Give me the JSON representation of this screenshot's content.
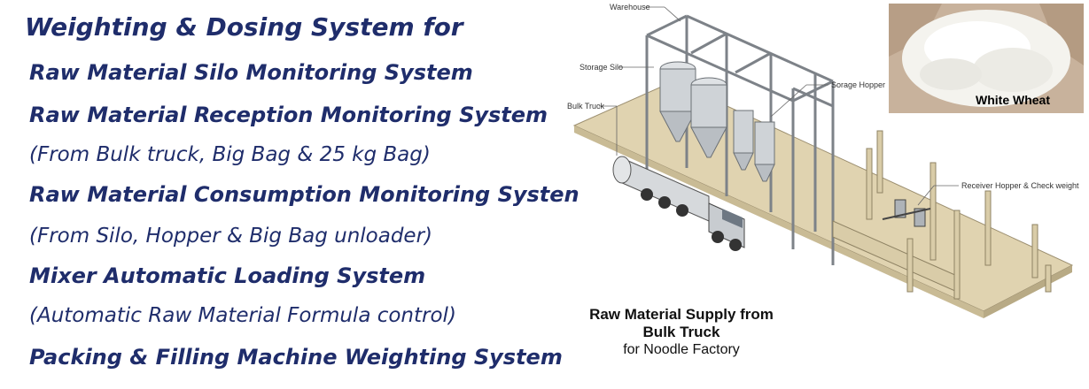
{
  "left_text": {
    "title": "Weighting & Dosing System for",
    "lines": [
      {
        "text": "Raw Material Silo Monitoring System",
        "style": "bold"
      },
      {
        "text": "Raw Material Reception Monitoring System",
        "style": "bold"
      },
      {
        "text": "(From Bulk truck, Big Bag & 25 kg Bag)",
        "style": "sub"
      },
      {
        "text": "Raw Material Consumption Monitoring Systen",
        "style": "bold"
      },
      {
        "text": "(From Silo, Hopper &  Big Bag unloader)",
        "style": "sub"
      },
      {
        "text": "Mixer Automatic Loading System",
        "style": "bold"
      },
      {
        "text": "(Automatic Raw Material Formula control)",
        "style": "sub"
      },
      {
        "text": "Packing & Filling Machine Weighting System",
        "style": "bold"
      }
    ]
  },
  "diagram": {
    "callouts": {
      "warehouse": "Warehouse",
      "storage_silo": "Storage Silo",
      "bulk_truck": "Bulk Truck",
      "storage_hopper": "Sorage Hopper",
      "receiver_hopper": "Receiver Hopper & Check weight"
    },
    "caption_line1": "Raw Material Supply from",
    "caption_line2": "Bulk Truck",
    "caption_line3": "for Noodle Factory"
  },
  "photo": {
    "label": "White  Wheat"
  },
  "colors": {
    "text_navy": "#1f2d6b",
    "floor": "#e0d3b0",
    "structure": "#b5b8bc"
  }
}
